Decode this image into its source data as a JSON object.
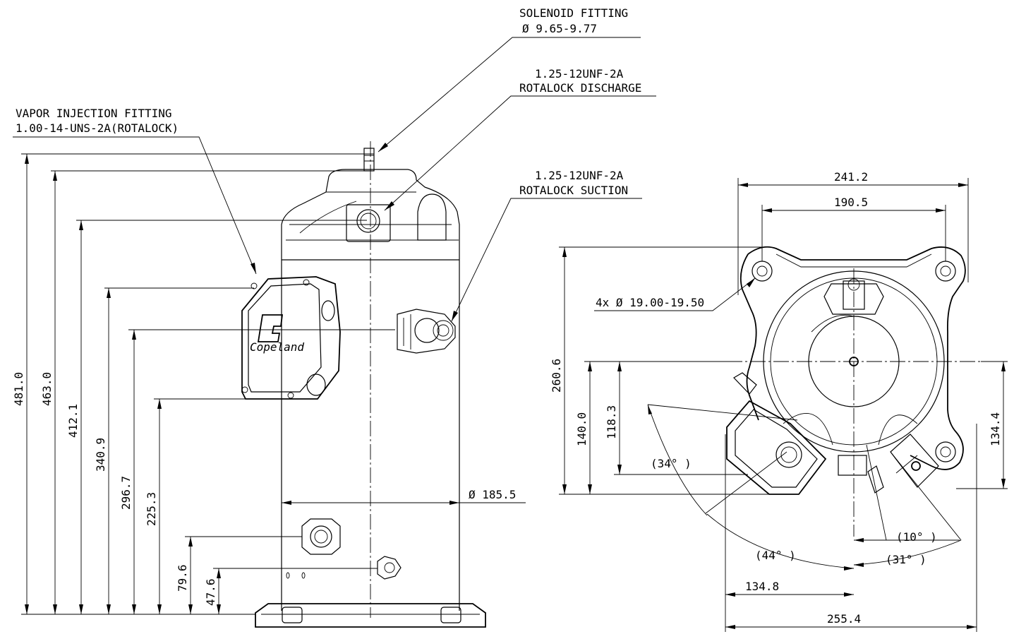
{
  "labels": {
    "solenoid_line1": "SOLENOID FITTING",
    "solenoid_line2": "Ø 9.65-9.77",
    "discharge_line1": "1.25-12UNF-2A",
    "discharge_line2": "ROTALOCK DISCHARGE",
    "vapor_line1": "VAPOR INJECTION FITTING",
    "vapor_line2": "1.00-14-UNS-2A(ROTALOCK)",
    "suction_line1": "1.25-12UNF-2A",
    "suction_line2": "ROTALOCK SUCTION",
    "holes": "4x Ø 19.00-19.50",
    "diameter": "Ø 185.5",
    "logo": "Copeland"
  },
  "dims_left": {
    "d481": "481.0",
    "d463": "463.0",
    "d412": "412.1",
    "d340": "340.9",
    "d296": "296.7",
    "d225": "225.3",
    "d79": "79.6",
    "d47": "47.6"
  },
  "dims_right": {
    "w241": "241.2",
    "w190": "190.5",
    "h260": "260.6",
    "h140": "140.0",
    "h118": "118.3",
    "h134_4": "134.4",
    "w134_8": "134.8",
    "w255": "255.4",
    "a34": "(34° )",
    "a44": "(44° )",
    "a10": "(10° )",
    "a31": "(31° )"
  }
}
